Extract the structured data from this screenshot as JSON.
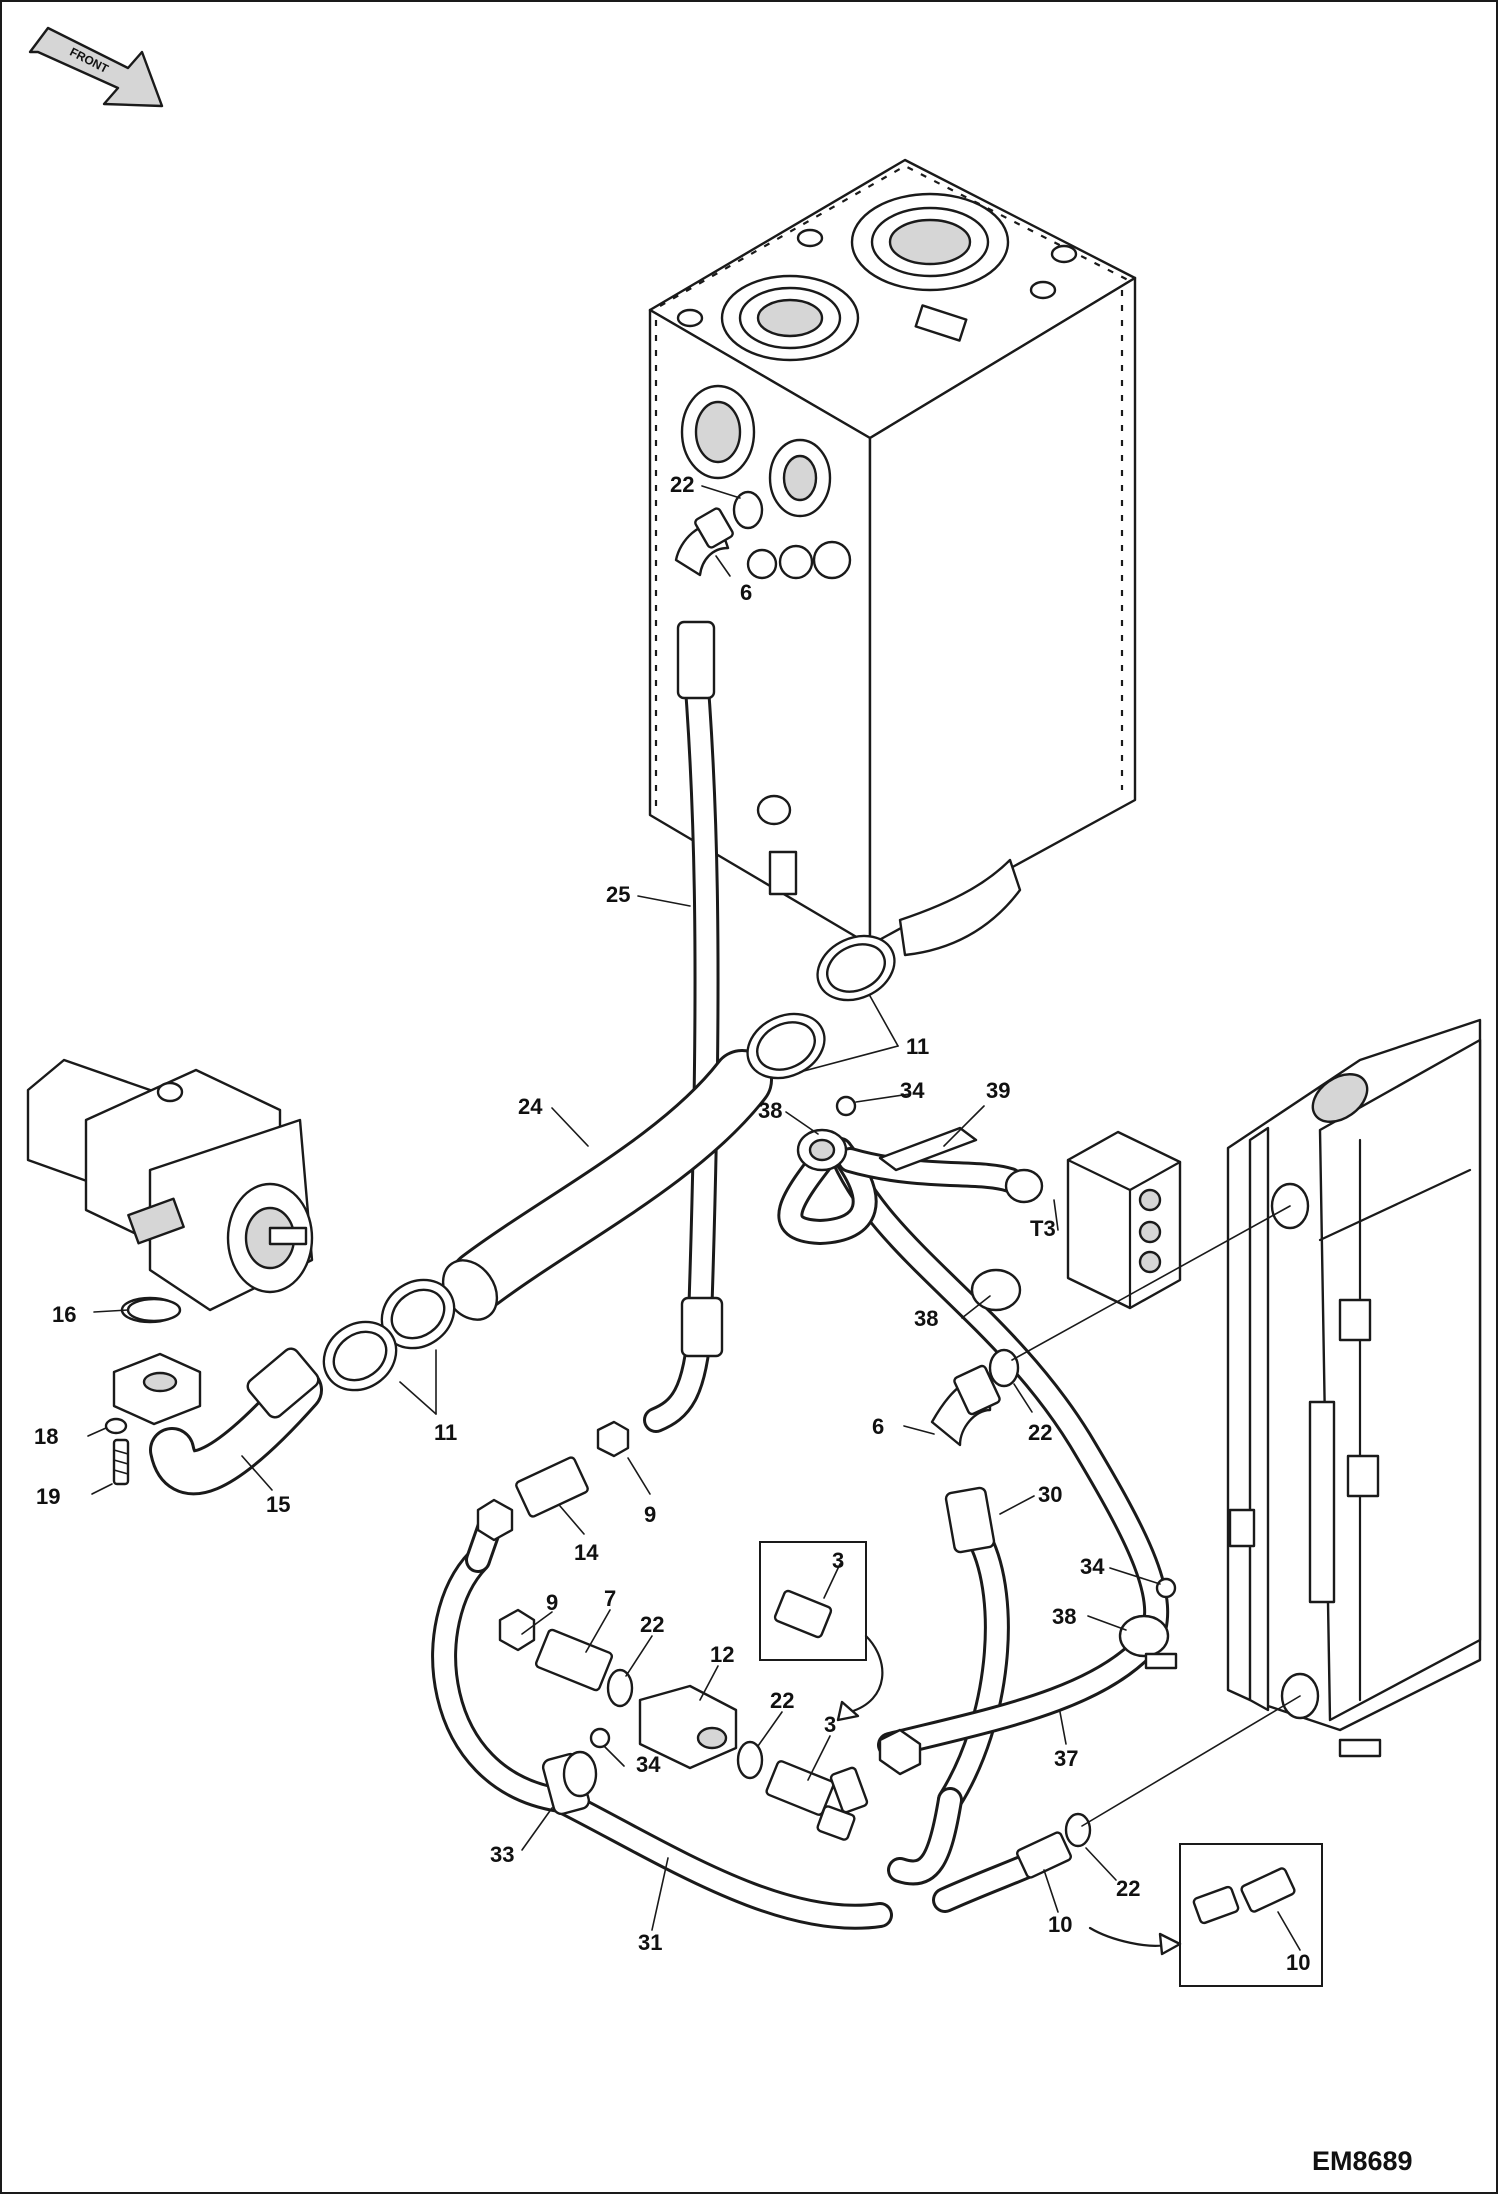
{
  "orientation": {
    "label": "FRONT",
    "icon": "front-arrow-icon"
  },
  "drawing_id": "EM8689",
  "callouts": [
    {
      "id": "c-22-top",
      "text": "22"
    },
    {
      "id": "c-6-top",
      "text": "6"
    },
    {
      "id": "c-25",
      "text": "25"
    },
    {
      "id": "c-11-top",
      "text": "11"
    },
    {
      "id": "c-24",
      "text": "24"
    },
    {
      "id": "c-34-top",
      "text": "34"
    },
    {
      "id": "c-39",
      "text": "39"
    },
    {
      "id": "c-38-top",
      "text": "38"
    },
    {
      "id": "c-t3",
      "text": "T3"
    },
    {
      "id": "c-16",
      "text": "16"
    },
    {
      "id": "c-11-left",
      "text": "11"
    },
    {
      "id": "c-18",
      "text": "18"
    },
    {
      "id": "c-19",
      "text": "19"
    },
    {
      "id": "c-15",
      "text": "15"
    },
    {
      "id": "c-38-mid",
      "text": "38"
    },
    {
      "id": "c-6-mid",
      "text": "6"
    },
    {
      "id": "c-22-mid",
      "text": "22"
    },
    {
      "id": "c-9-upper",
      "text": "9"
    },
    {
      "id": "c-14",
      "text": "14"
    },
    {
      "id": "c-30",
      "text": "30"
    },
    {
      "id": "c-3-inset",
      "text": "3"
    },
    {
      "id": "c-34-right",
      "text": "34"
    },
    {
      "id": "c-38-right",
      "text": "38"
    },
    {
      "id": "c-9-lower",
      "text": "9"
    },
    {
      "id": "c-7",
      "text": "7"
    },
    {
      "id": "c-22-low",
      "text": "22"
    },
    {
      "id": "c-12",
      "text": "12"
    },
    {
      "id": "c-22-low2",
      "text": "22"
    },
    {
      "id": "c-3",
      "text": "3"
    },
    {
      "id": "c-37",
      "text": "37"
    },
    {
      "id": "c-34-low",
      "text": "34"
    },
    {
      "id": "c-33",
      "text": "33"
    },
    {
      "id": "c-22-bottom",
      "text": "22"
    },
    {
      "id": "c-10",
      "text": "10"
    },
    {
      "id": "c-31",
      "text": "31"
    },
    {
      "id": "c-10-inset",
      "text": "10"
    }
  ]
}
